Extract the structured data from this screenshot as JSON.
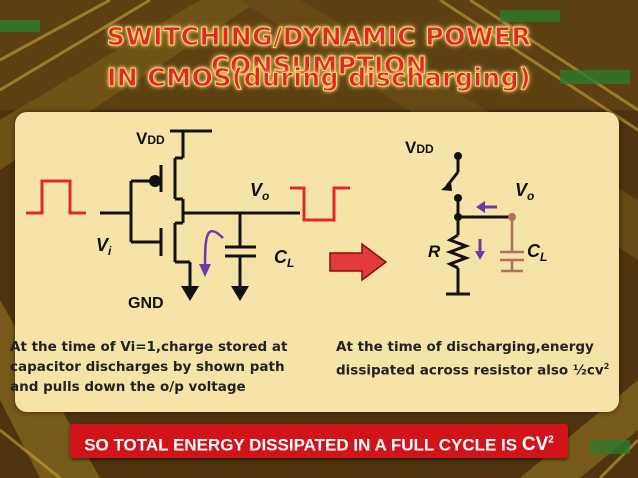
{
  "title": {
    "line1": "SWITCHING/DYNAMIC POWER CONSUMPTION",
    "line2": "IN CMOS(during  discharging)"
  },
  "left_circuit": {
    "vdd_label": "V",
    "vdd_sub": "DD",
    "vo_label": "V",
    "vo_sub": "o",
    "vi_label": "V",
    "vi_sub": "i",
    "cl_label": "C",
    "cl_sub": "L",
    "gnd_label": "GND"
  },
  "right_circuit": {
    "vdd_label": "V",
    "vdd_sub": "DD",
    "vo_label": "V",
    "vo_sub": "o",
    "r_label": "R",
    "cl_label": "C",
    "cl_sub": "L"
  },
  "captions": {
    "left": "At the time of Vi=1,charge stored at capacitor discharges by shown path and pulls down the o/p voltage",
    "right_text": "At the time of discharging,energy dissipated across resistor also ½cv",
    "right_sup": "2"
  },
  "banner": {
    "text": "SO TOTAL ENERGY DISSIPATED IN A FULL CYCLE IS ",
    "cv": "CV",
    "cv_sup": "2"
  },
  "colors": {
    "title_red": "#e0282a",
    "panel": "#f6e3a8",
    "pulse_red": "#e0282a",
    "path_purple": "#6a3aa8",
    "cap_faded": "#b07060",
    "banner_red": "#d0141a"
  }
}
